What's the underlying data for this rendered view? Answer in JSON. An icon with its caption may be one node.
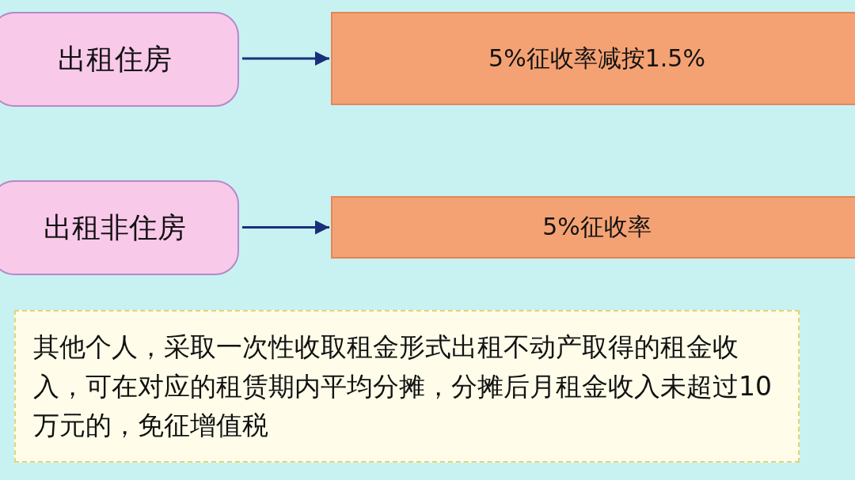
{
  "diagram": {
    "nodes": [
      {
        "text": [
          "出租住房"
        ]
      },
      {
        "text": [
          "5%征收率减按1.5%"
        ]
      },
      {
        "text": [
          "出租非住房"
        ]
      },
      {
        "text": [
          "5%征收率"
        ]
      },
      {
        "text": [
          "其他个人，采取一次性收取租金形式出租不动产取得的租金收入，可在对应的租赁期内平均分摊，分摊后月租金收入未超过10万元的，免征增值税"
        ]
      }
    ],
    "edges": [
      {
        "from": 0,
        "to": 1,
        "arrow": "to"
      },
      {
        "from": 2,
        "to": 3,
        "arrow": "to"
      }
    ]
  }
}
